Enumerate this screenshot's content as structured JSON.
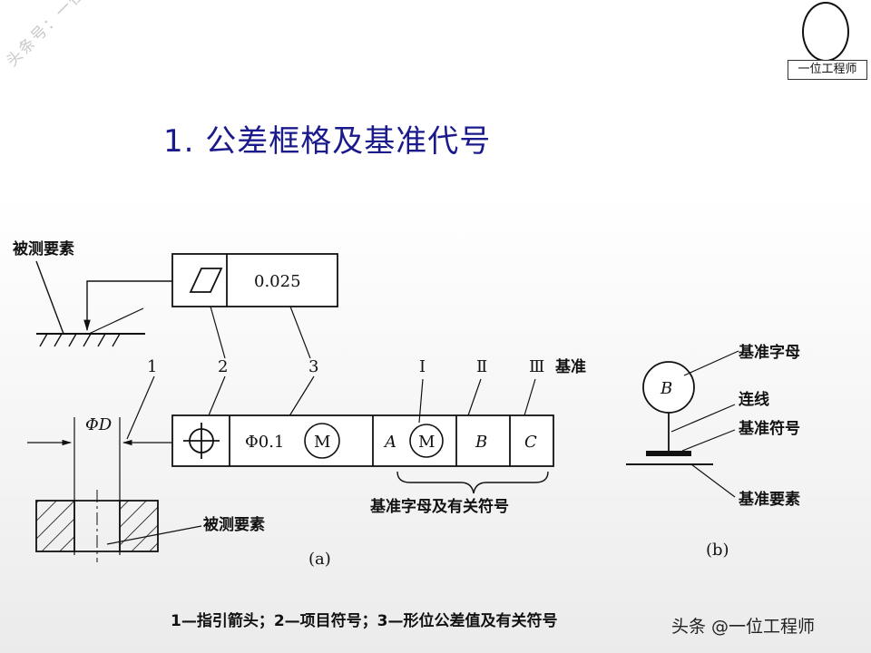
{
  "watermark": "头条号：一位工程师",
  "logo": {
    "label": "一位工程师"
  },
  "title": "1. 公差框格及基准代号",
  "diagram": {
    "measured_element_top": "被测要素",
    "measured_element_bottom": "被测要素",
    "tolerance_value_top": "0.025",
    "callouts": [
      "1",
      "2",
      "3"
    ],
    "diameter_symbol": "ΦD",
    "frame_value": "Φ0.1",
    "modifier_m": "M",
    "datum_a": "A",
    "datum_b": "B",
    "datum_c": "C",
    "roman_1": "Ⅰ",
    "roman_2": "Ⅱ",
    "roman_3": "Ⅲ",
    "datum_word": "基准",
    "datum_letters_note": "基准字母及有关符号",
    "label_a": "(a)",
    "label_b": "(b)",
    "datum_letter": "基准字母",
    "connector": "连线",
    "datum_symbol": "基准符号",
    "datum_element": "基准要素",
    "datum_b_letter": "B"
  },
  "caption": "1—指引箭头；2—项目符号；3—形位公差值及有关符号",
  "attribution": "头条 @一位工程师"
}
